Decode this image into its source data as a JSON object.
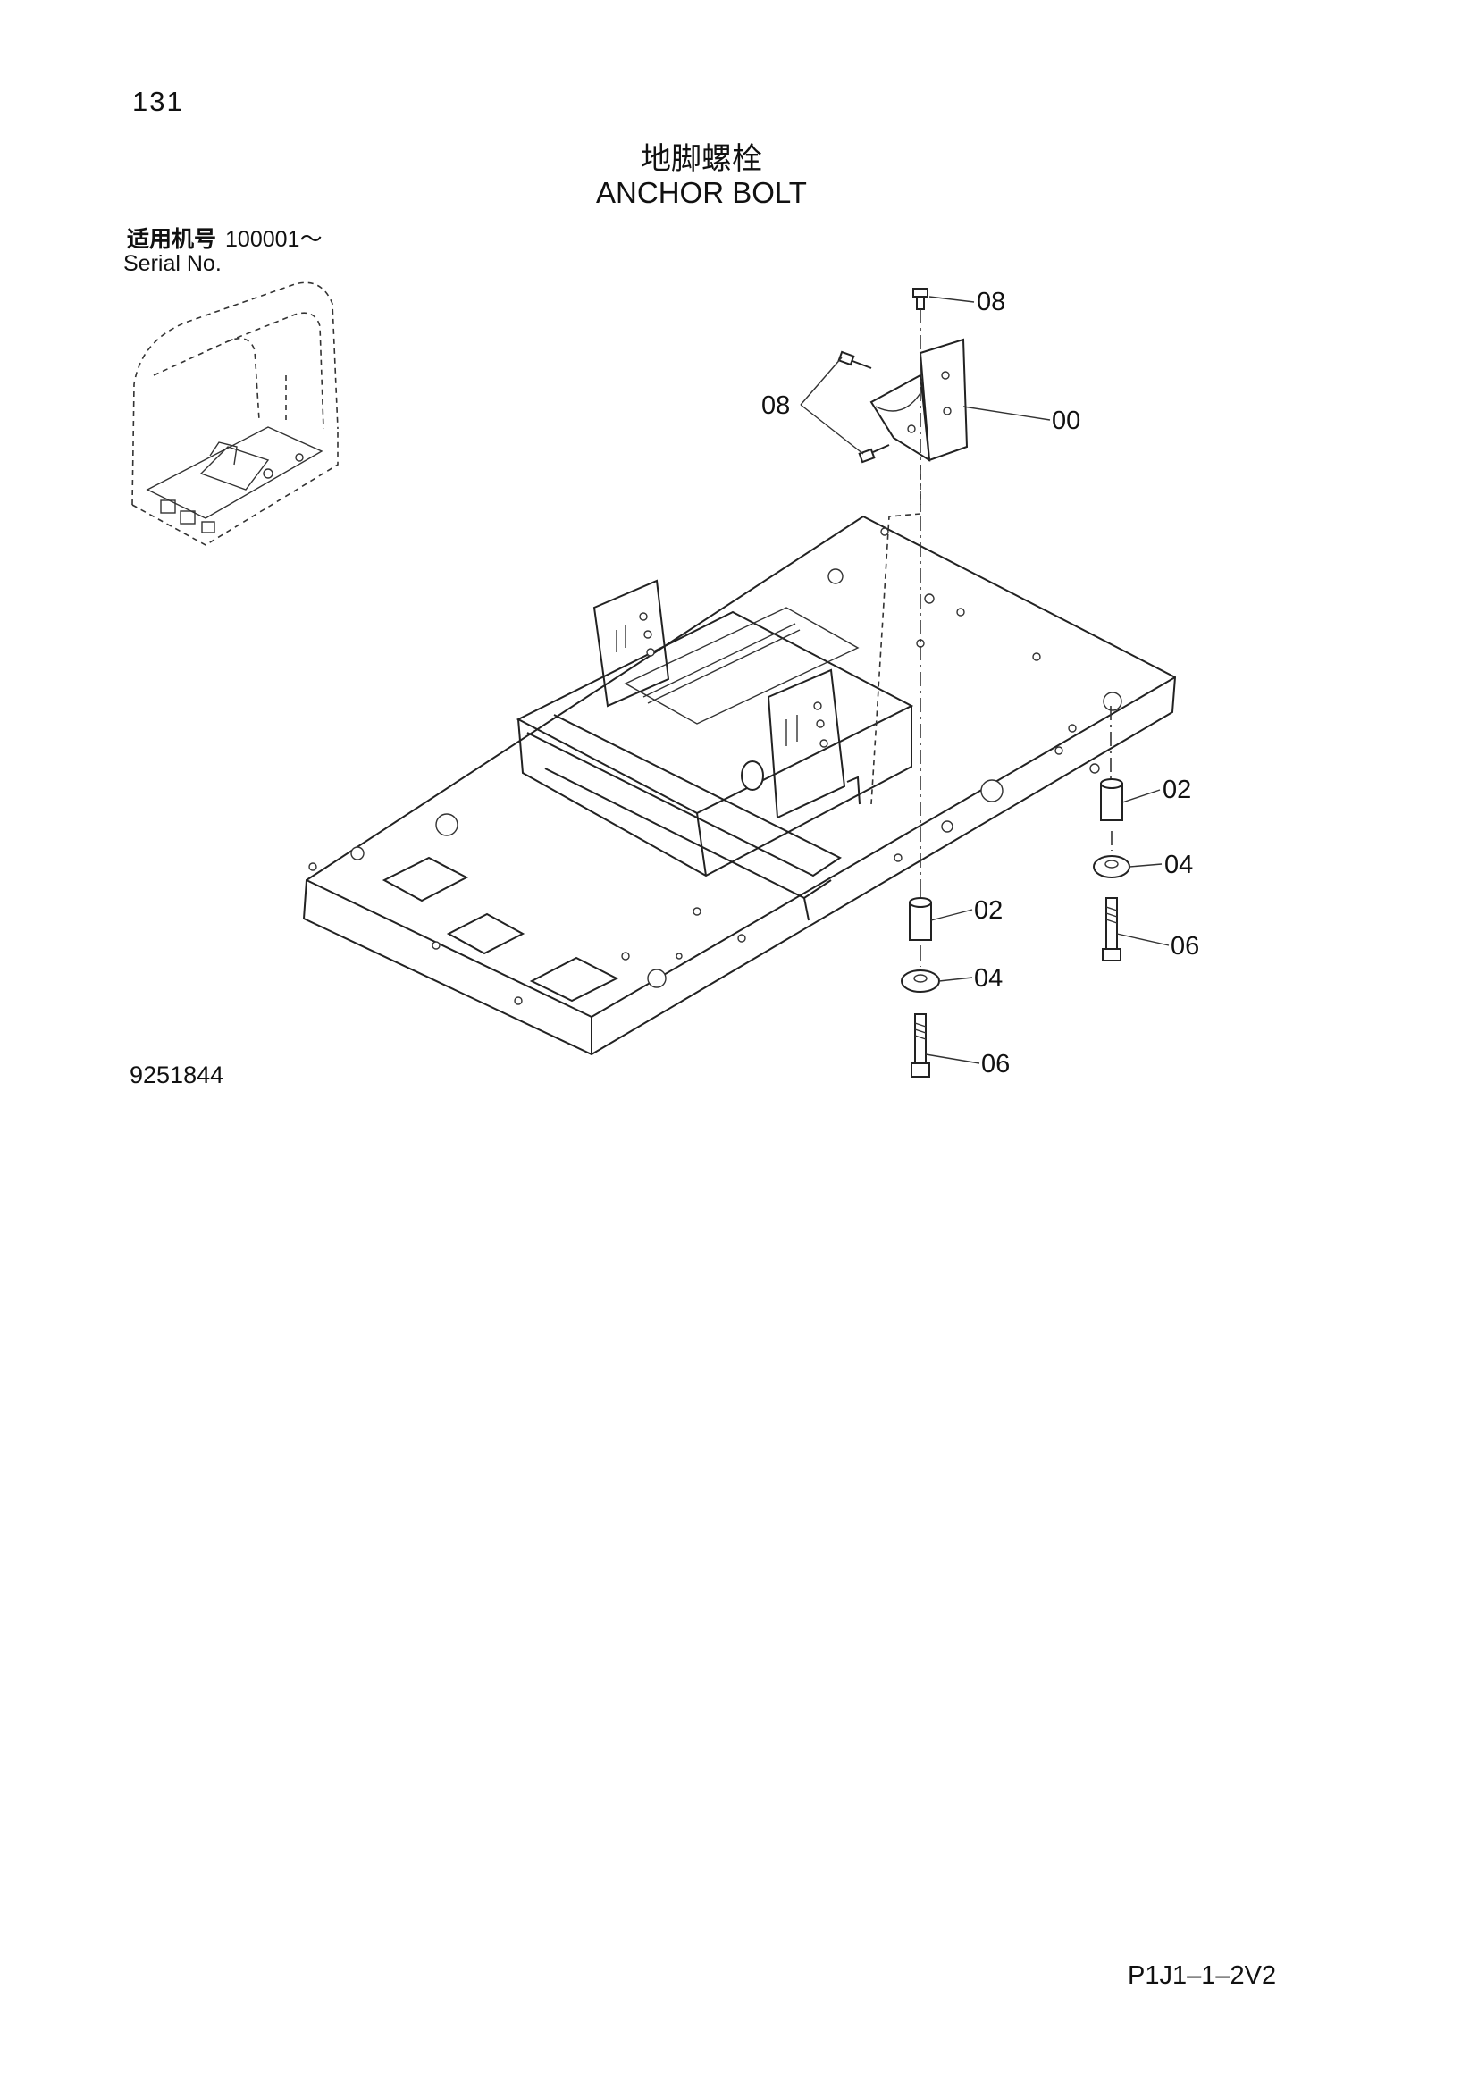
{
  "page": {
    "number": "131",
    "title_cn": "地脚螺栓",
    "title_en": "ANCHOR BOLT",
    "serial_label_cn": "适用机号",
    "serial_value": "100001～",
    "serial_label_en": "Serial No.",
    "drawing_number": "9251844",
    "page_code": "P1J1–1–2V2"
  },
  "callouts": [
    {
      "id": "top-bolt",
      "label": "08"
    },
    {
      "id": "bracket-bolts",
      "label": "08"
    },
    {
      "id": "bracket",
      "label": "00"
    },
    {
      "id": "right-spacer",
      "label": "02"
    },
    {
      "id": "right-washer",
      "label": "04"
    },
    {
      "id": "right-bolt",
      "label": "06"
    },
    {
      "id": "front-spacer",
      "label": "02"
    },
    {
      "id": "front-washer",
      "label": "04"
    },
    {
      "id": "front-bolt",
      "label": "06"
    }
  ]
}
